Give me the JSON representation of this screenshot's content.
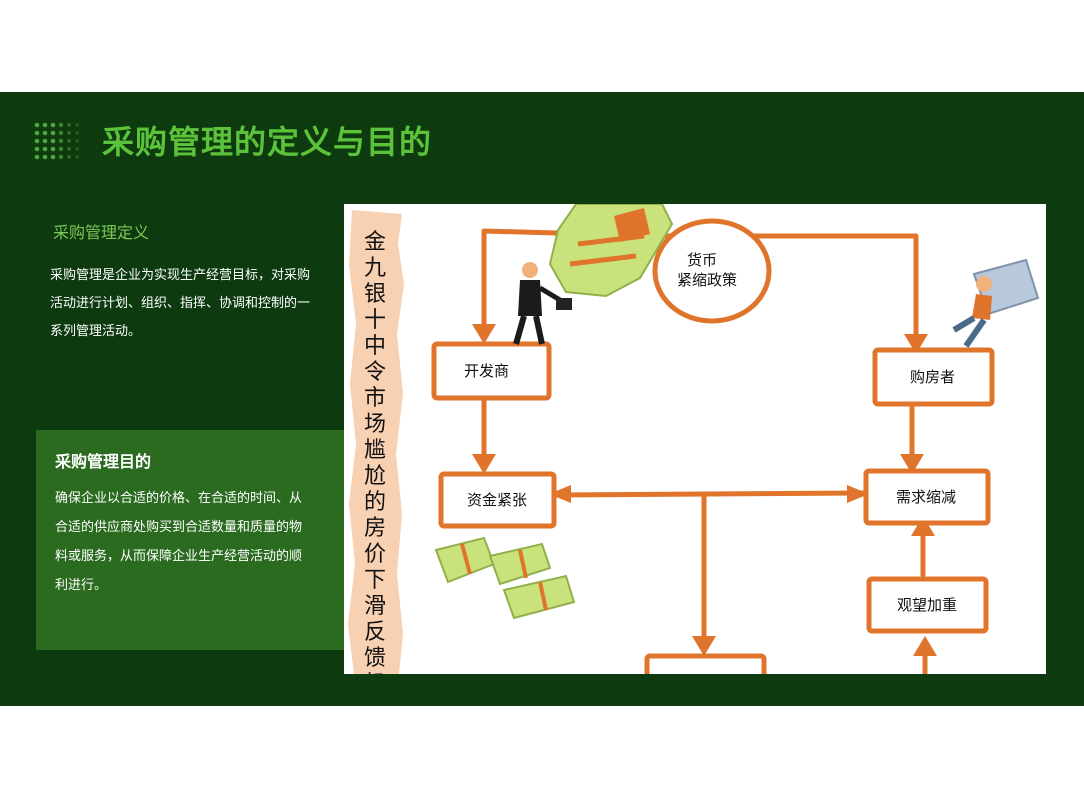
{
  "slide": {
    "title": "采购管理的定义与目的",
    "definition": {
      "heading": "采购管理定义",
      "body": "采购管理是企业为实现生产经营目标，对采购活动进行计划、组织、指挥、协调和控制的一系列管理活动。"
    },
    "goal": {
      "heading": "采购管理目的",
      "body": "确保企业以合适的价格、在合适的时间、从合适的供应商处购买到合适数量和质量的物料或服务，从而保障企业生产经营活动的顺利进行。"
    }
  },
  "diagram": {
    "vertical_text": "金九银十中令市场尴尬的房价下滑反馈机制",
    "nodes": {
      "monetary_policy_line1": "货币",
      "monetary_policy_line2": "紧缩政策",
      "developer": "开发商",
      "buyer": "购房者",
      "fund_tight": "资金紧张",
      "demand_shrink": "需求缩减",
      "wait_and_see": "观望加重"
    }
  },
  "colors": {
    "slide_background": "#0d3a0f",
    "title": "#5cc23a",
    "panel": "#2c6e22",
    "arrow": "#e0742a",
    "cash": "#c9e27c"
  }
}
